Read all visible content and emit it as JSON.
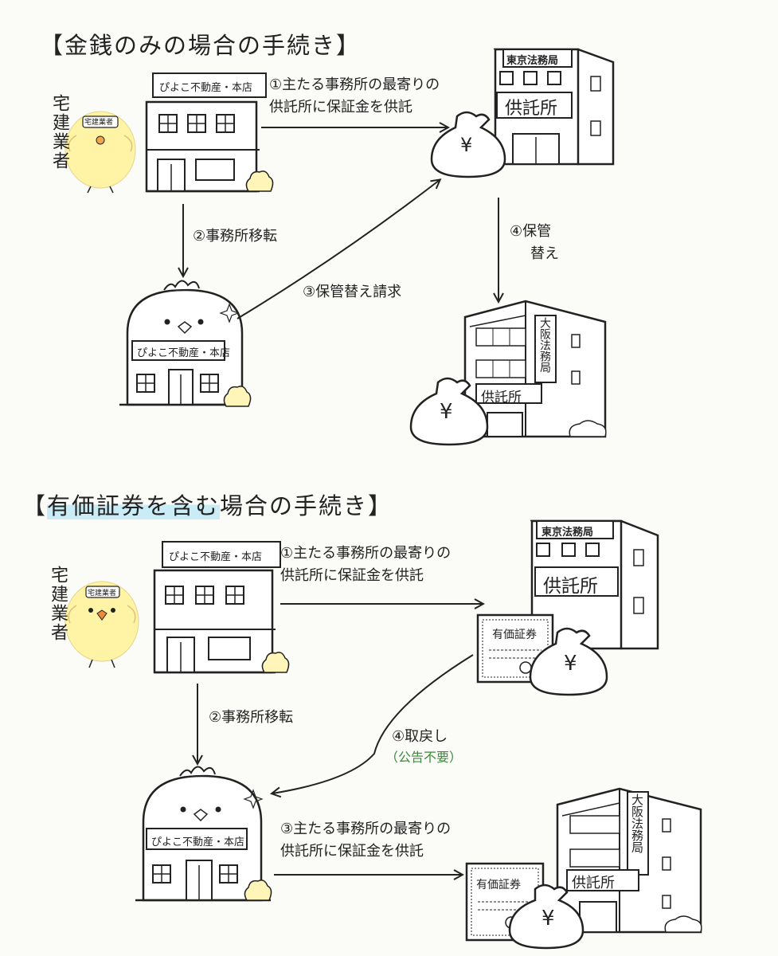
{
  "section1": {
    "title_open": "【",
    "title_text": "金銭のみの場合の手続き",
    "title_close": "】",
    "agent_label": "宅建業者",
    "badge": "宅建業者",
    "office_sign": "ぴよこ不動産・本店",
    "tokyo_sign": "東京法務局",
    "depository_sign": "供託所",
    "osaka_sign": "大阪法務局",
    "step1_line1": "①主たる事務所の最寄りの",
    "step1_line2": "供託所に保証金を供託",
    "step2": "②事務所移転",
    "step3": "③保管替え請求",
    "step4_line1": "④保管",
    "step4_line2": "替え",
    "yen": "¥"
  },
  "section2": {
    "title_open": "【",
    "title_hl": "有価証券を含む",
    "title_rest": "場合の手続き",
    "title_close": "】",
    "agent_label": "宅建業者",
    "badge": "宅建業者",
    "office_sign": "ぴよこ不動産・本店",
    "tokyo_sign": "東京法務局",
    "depository_sign": "供託所",
    "osaka_sign": "大阪法務局",
    "securities": "有価証券",
    "step1_line1": "①主たる事務所の最寄りの",
    "step1_line2": "供託所に保証金を供託",
    "step2": "②事務所移転",
    "step3_line1": "③主たる事務所の最寄りの",
    "step3_line2": "供託所に保証金を供託",
    "step4_line1": "④取戻し",
    "step4_line2": "（公告不要）",
    "yen": "¥"
  },
  "colors": {
    "chick_yellow": "#fff3a6",
    "highlight_blue": "#c9ecf7",
    "note_green": "#3b8a3b",
    "ink": "#222222"
  }
}
